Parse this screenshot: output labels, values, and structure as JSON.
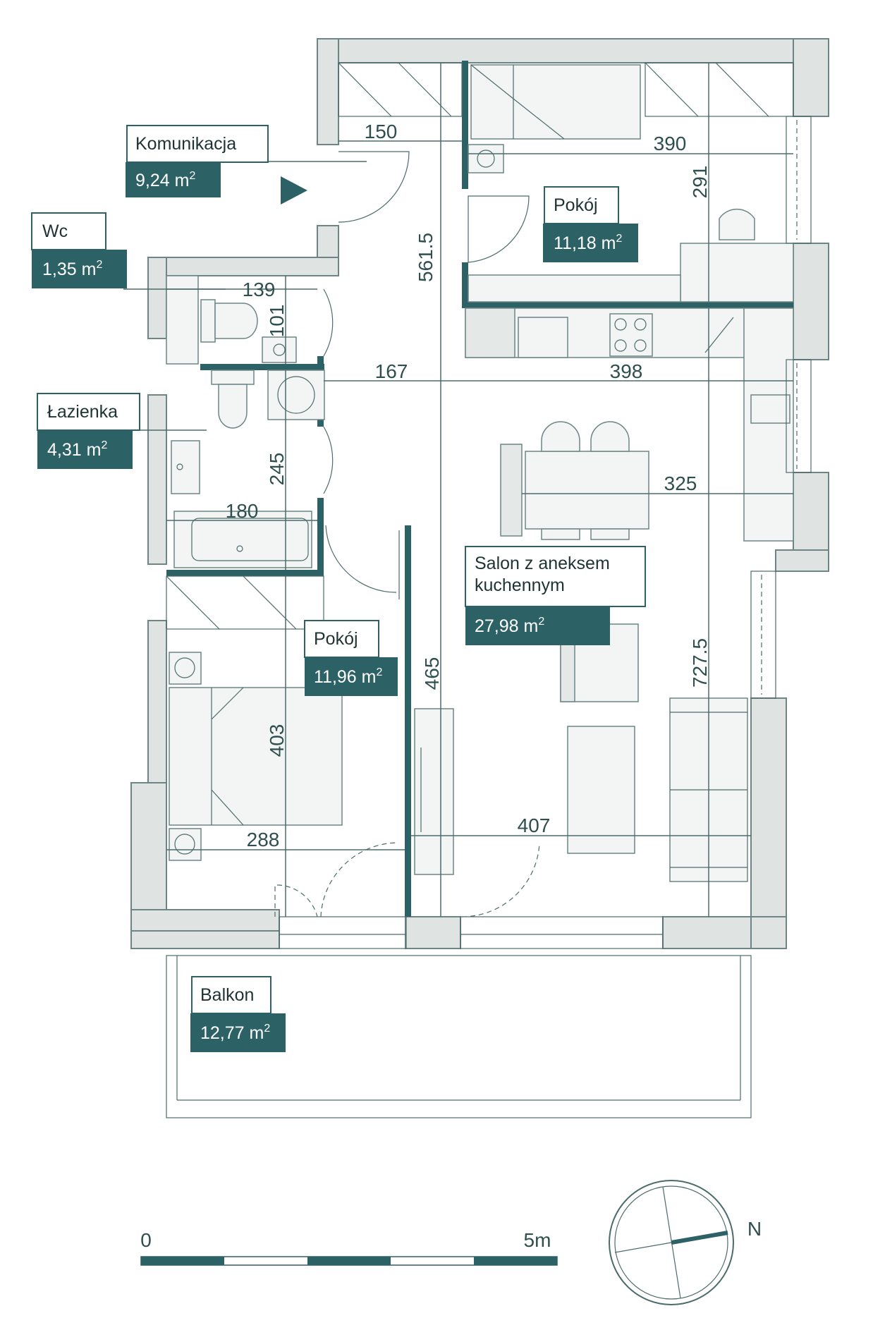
{
  "rooms": [
    {
      "name": "Komunikacja",
      "area": "9,24 m"
    },
    {
      "name": "Wc",
      "area": "1,35 m"
    },
    {
      "name": "Łazienka",
      "area": "4,31 m"
    },
    {
      "name": "Pokój",
      "area": "11,18 m"
    },
    {
      "name": "Pokój",
      "area": "11,96 m"
    },
    {
      "name_line1": "Salon z aneksem",
      "name_line2": "kuchennym",
      "area": "27,98 m"
    },
    {
      "name": "Balkon",
      "area": "12,77 m"
    }
  ],
  "area_unit_superscript": "2",
  "dimensions": {
    "d150": "150",
    "d390": "390",
    "d291": "291",
    "d561": "561.5",
    "d139": "139",
    "d101": "101",
    "d167": "167",
    "d398": "398",
    "d245": "245",
    "d325": "325",
    "d180": "180",
    "d465": "465",
    "d727": "727.5",
    "d403": "403",
    "d407": "407",
    "d288": "288"
  },
  "scale": {
    "start": "0",
    "end": "5m"
  },
  "compass": {
    "label": "N"
  },
  "colors": {
    "accent": "#2c6166",
    "wall": "#dfe3e2",
    "line": "#3d5f5f",
    "floor": "#ffffff"
  }
}
